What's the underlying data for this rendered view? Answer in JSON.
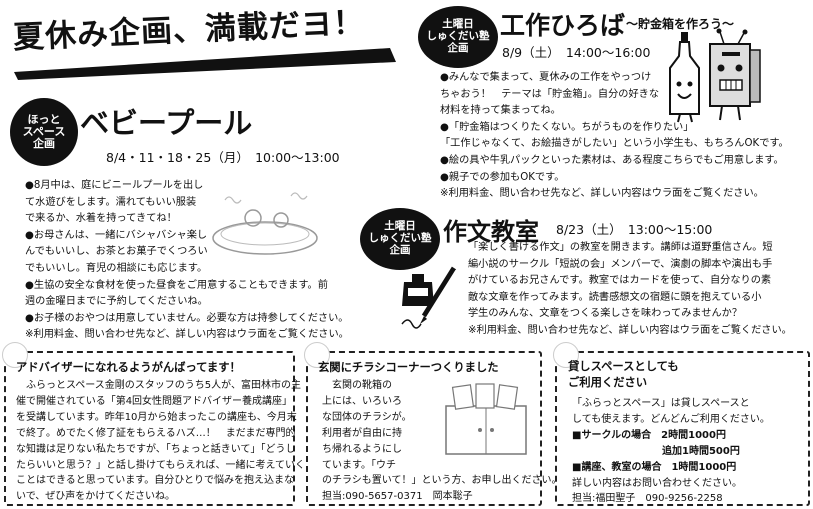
{
  "header": {
    "title": "夏休み企画、満載だヨ！"
  },
  "baby_pool": {
    "badge": [
      "ほっと",
      "スペース",
      "企画"
    ],
    "title": "ベビープール",
    "schedule": "8/4・11・18・25（月）　10:00～13:00",
    "lines": [
      "●8月中は、庭にビニールプールを出し",
      "て水遊びをします。濡れてもいい服装",
      "で来るか、水着を持ってきてね！",
      "●お母さんは、一緒にバシャバシャ楽し",
      "んでもいいし、お茶とお菓子でくつろい",
      "でもいいし。育児の相談にも応じます。",
      "●生協の安全な食材を使った昼食をご用意することもできます。前",
      "週の金曜日までに予約してくださいね。",
      "●お子様のおやつは用意していません。必要な方は持参してください。",
      "※利用料金、問い合わせ先など、詳しい内容はウラ面をご覧ください。"
    ]
  },
  "craft": {
    "badge": [
      "土曜日",
      "しゅくだい塾",
      "企画"
    ],
    "title": "工作ひろば",
    "subtitle": "～貯金箱を作ろう～",
    "schedule": "8/9（土）　14:00～16:00",
    "lines": [
      "●みんなで集まって、夏休みの工作をやっつけ",
      "ちゃおう！　テーマは「貯金箱」。自分の好きな",
      "材料を持って集まってね。",
      "●「貯金箱はつくりたくない。ちがうものを作りたい」",
      "「工作じゃなくて、お絵描きがしたい」という小学生も、もちろんOKです。",
      "●絵の具や牛乳パックといった素材は、ある程度こちらでもご用意します。",
      "●親子での参加もOKです。",
      "※利用料金、問い合わせ先など、詳しい内容はウラ面をご覧ください。"
    ]
  },
  "essay": {
    "badge": [
      "土曜日",
      "しゅくだい塾",
      "企画"
    ],
    "title": "作文教室",
    "schedule": "8/23（土）　13:00～15:00",
    "lines": [
      "「楽しく書ける作文」の教室を開きます。講師は道野重信さん。短",
      "編小説のサークル「短説の会」メンバーで、演劇の脚本や演出も手",
      "がけているお兄さんです。教室ではカードを使って、自分なりの素",
      "敵な文章を作ってみます。読書感想文の宿題に頭を抱えている小",
      "学生のみんな、文章をつくる楽しさを味わってみませんか？",
      "※利用料金、問い合わせ先など、詳しい内容はウラ面をご覧ください。"
    ]
  },
  "advisor": {
    "title": "アドバイザーになれるようがんばってます！",
    "lines": [
      "　ふらっとスペース金剛のスタッフのうち5人が、富田林市の主",
      "催で開催されている「第4回女性問題アドバイザー養成講座」",
      "を受講しています。昨年10月から始まったこの講座も、今月末",
      "で終了。めでたく修了証をもらえるハズ…！　まだまだ専門的",
      "な知識は足りない私たちですが、「ちょっと話きいて」「どうし",
      "たらいいと思う？」と話し掛けてもらえれば、一緒に考えていく",
      "ことはできると思っています。自分ひとりで悩みを抱え込まな",
      "いで、ぜひ声をかけてくださいね。"
    ]
  },
  "flyer": {
    "title": "玄関にチラシコーナーつくりました",
    "lines": [
      "　玄関の靴箱の",
      "上には、いろいろ",
      "な団体のチラシが。",
      "利用者が自由に持",
      "ち帰れるようにし",
      "ています。「ウチ",
      "のチラシも置いて！」という方、お申し出ください。",
      "担当:090-5657-0371　岡本聡子"
    ]
  },
  "rental": {
    "title_line1": "貸しスペースとしても",
    "title_line2": "ご利用ください",
    "lines": [
      "「ふらっとスペース」は貸しスペースと",
      "しても使えます。どんどんご利用ください。",
      "■サークルの場合　2時間1000円",
      "　　　　　　　　　追加1時間500円",
      "■講座、教室の場合　1時間1000円",
      "詳しい内容はお問い合わせください。",
      "担当:福田聖子　090-9256-2258"
    ]
  }
}
